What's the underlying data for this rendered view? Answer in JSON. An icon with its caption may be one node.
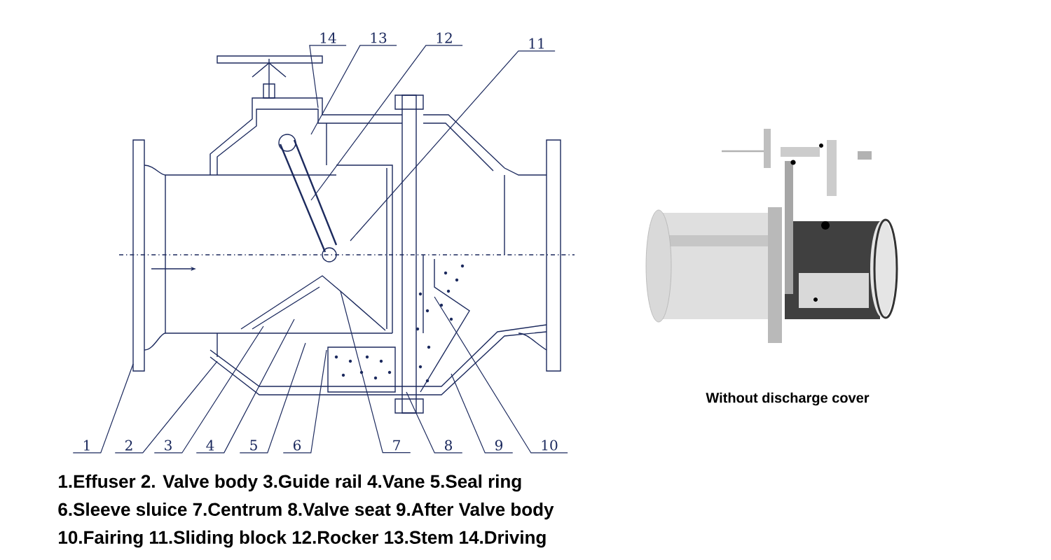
{
  "diagram": {
    "nodes": [
      {
        "text": [
          "1"
        ]
      },
      {
        "text": [
          "2"
        ]
      },
      {
        "text": [
          "3"
        ]
      },
      {
        "text": [
          "4"
        ]
      },
      {
        "text": [
          "5"
        ]
      },
      {
        "text": [
          "6"
        ]
      },
      {
        "text": [
          "7"
        ]
      },
      {
        "text": [
          "8"
        ]
      },
      {
        "text": [
          "9"
        ]
      },
      {
        "text": [
          "10"
        ]
      },
      {
        "text": [
          "11"
        ]
      },
      {
        "text": [
          "12"
        ]
      },
      {
        "text": [
          "13"
        ]
      },
      {
        "text": [
          "14"
        ]
      }
    ],
    "edges": [
      {
        "from": 0,
        "to": null,
        "arrow": "none"
      },
      {
        "from": 1,
        "to": null,
        "arrow": "none"
      },
      {
        "from": 2,
        "to": null,
        "arrow": "none"
      },
      {
        "from": 3,
        "to": null,
        "arrow": "none"
      },
      {
        "from": 4,
        "to": null,
        "arrow": "none"
      },
      {
        "from": 5,
        "to": null,
        "arrow": "none"
      },
      {
        "from": 6,
        "to": null,
        "arrow": "none"
      },
      {
        "from": 7,
        "to": null,
        "arrow": "none"
      },
      {
        "from": 8,
        "to": null,
        "arrow": "none"
      },
      {
        "from": 9,
        "to": null,
        "arrow": "none"
      },
      {
        "from": 10,
        "to": null,
        "arrow": "none"
      },
      {
        "from": 11,
        "to": null,
        "arrow": "none"
      },
      {
        "from": 12,
        "to": null,
        "arrow": "none"
      },
      {
        "from": 13,
        "to": null,
        "arrow": "none"
      }
    ],
    "labels": [
      "Without discharge cover",
      "1.Effuser 2. Valve body 3.Guide rail 4.Vane 5.Seal ring",
      "6.Sleeve sluice 7.Centrum 8.Valve seat 9.After Valve body",
      "10.Fairing 11.Sliding block 12.Rocker 13.Stem 14.Driving"
    ]
  }
}
